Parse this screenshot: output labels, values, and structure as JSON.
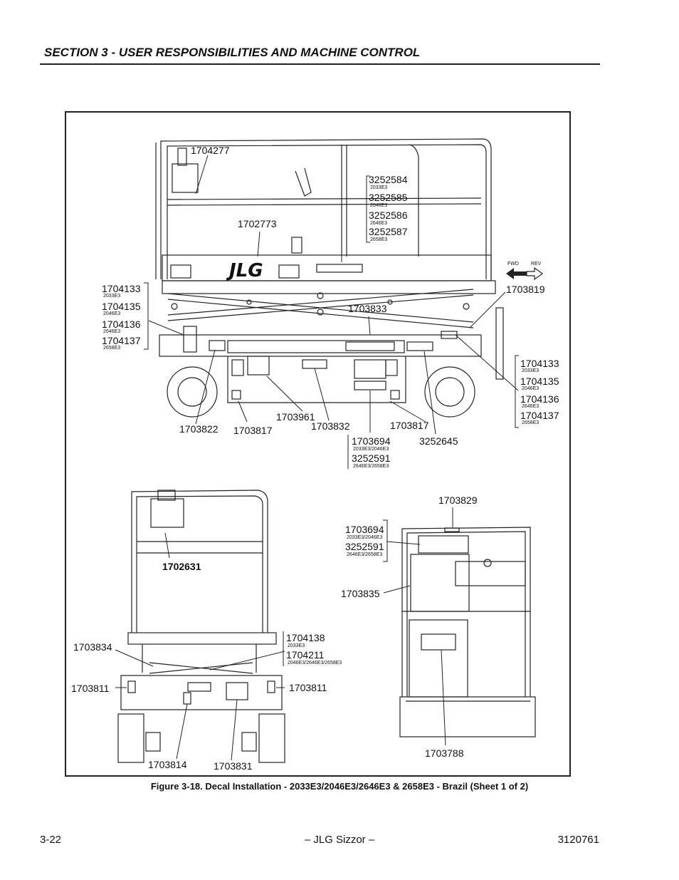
{
  "header": {
    "section_title": "SECTION 3 - USER RESPONSIBILITIES AND MACHINE CONTROL"
  },
  "figure": {
    "caption": "Figure 3-18.  Decal Installation - 2033E3/2046E3/2646E3 & 2658E3 - Brazil (Sheet 1 of 2)",
    "callouts": {
      "c1704277": "1704277",
      "c1702773": "1702773",
      "c3252584": "3252584",
      "s2033E3_a": "2033E3",
      "c3252585": "3252585",
      "s2046E3_a": "2046E3",
      "c3252586": "3252586",
      "s2646E3_a": "2646E3",
      "c3252587": "3252587",
      "s2658E3_a": "2658E3",
      "fwd": "FWD",
      "rev": "REV",
      "c1704133_l": "1704133",
      "s2033E3_l": "2033E3",
      "c1704135_l": "1704135",
      "s2046E3_l": "2046E3",
      "c1704136_l": "1704136",
      "s2646E3_l": "2646E3",
      "c1704137_l": "1704137",
      "s2658E3_l": "2658E3",
      "c1703819": "1703819",
      "c1703833": "1703833",
      "c1704133_r": "1704133",
      "s2033E3_r": "2033E3",
      "c1704135_r": "1704135",
      "s2046E3_r": "2046E3",
      "c1704136_r": "1704136",
      "s2646E3_r": "2646E3",
      "c1704137_r": "1704137",
      "s2658E3_r": "2658E3",
      "c1703961": "1703961",
      "c1703822": "1703822",
      "c1703817_a": "1703817",
      "c1703832": "1703832",
      "c1703817_b": "1703817",
      "c3252645": "3252645",
      "c1703694_a": "1703694",
      "s2033_2046_a": "2033E3/2046E3",
      "c3252591_a": "3252591",
      "s2646_2658_a": "2646E3/2658E3",
      "c1702631": "1702631",
      "c1704138": "1704138",
      "s2033E3_b": "2033E3",
      "c1704211": "1704211",
      "s2046_2646_2658": "2046E3/2646E3/2658E3",
      "c1703834": "1703834",
      "c1703811_l": "1703811",
      "c1703811_r": "1703811",
      "c1703814": "1703814",
      "c1703831": "1703831",
      "c1703829": "1703829",
      "c1703694_b": "1703694",
      "s2033_2046_b": "2033E3/2046E3",
      "c3252591_b": "3252591",
      "s2646_2658_b": "2646E3/2658E3",
      "c1703835": "1703835",
      "c1703788": "1703788"
    }
  },
  "footer": {
    "page_number": "3-22",
    "center_title": "– JLG Sizzor –",
    "doc_number": "3120761"
  }
}
